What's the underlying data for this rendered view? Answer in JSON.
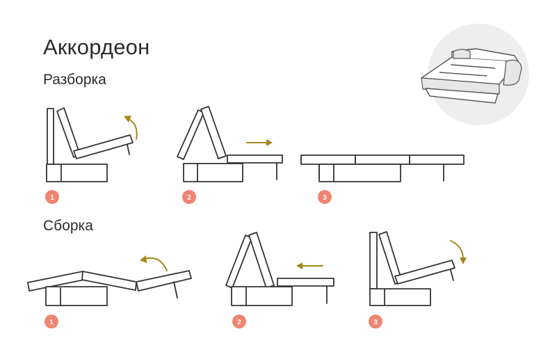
{
  "title": "Аккордеон",
  "sections": [
    {
      "heading": "Разборка",
      "steps": [
        "1",
        "2",
        "3"
      ]
    },
    {
      "heading": "Сборка",
      "steps": [
        "1",
        "2",
        "3"
      ]
    }
  ],
  "colors": {
    "badge": "#ef8572",
    "arrow": "#a5861a",
    "line": "#333333",
    "photo_background": "#eeeeee"
  }
}
